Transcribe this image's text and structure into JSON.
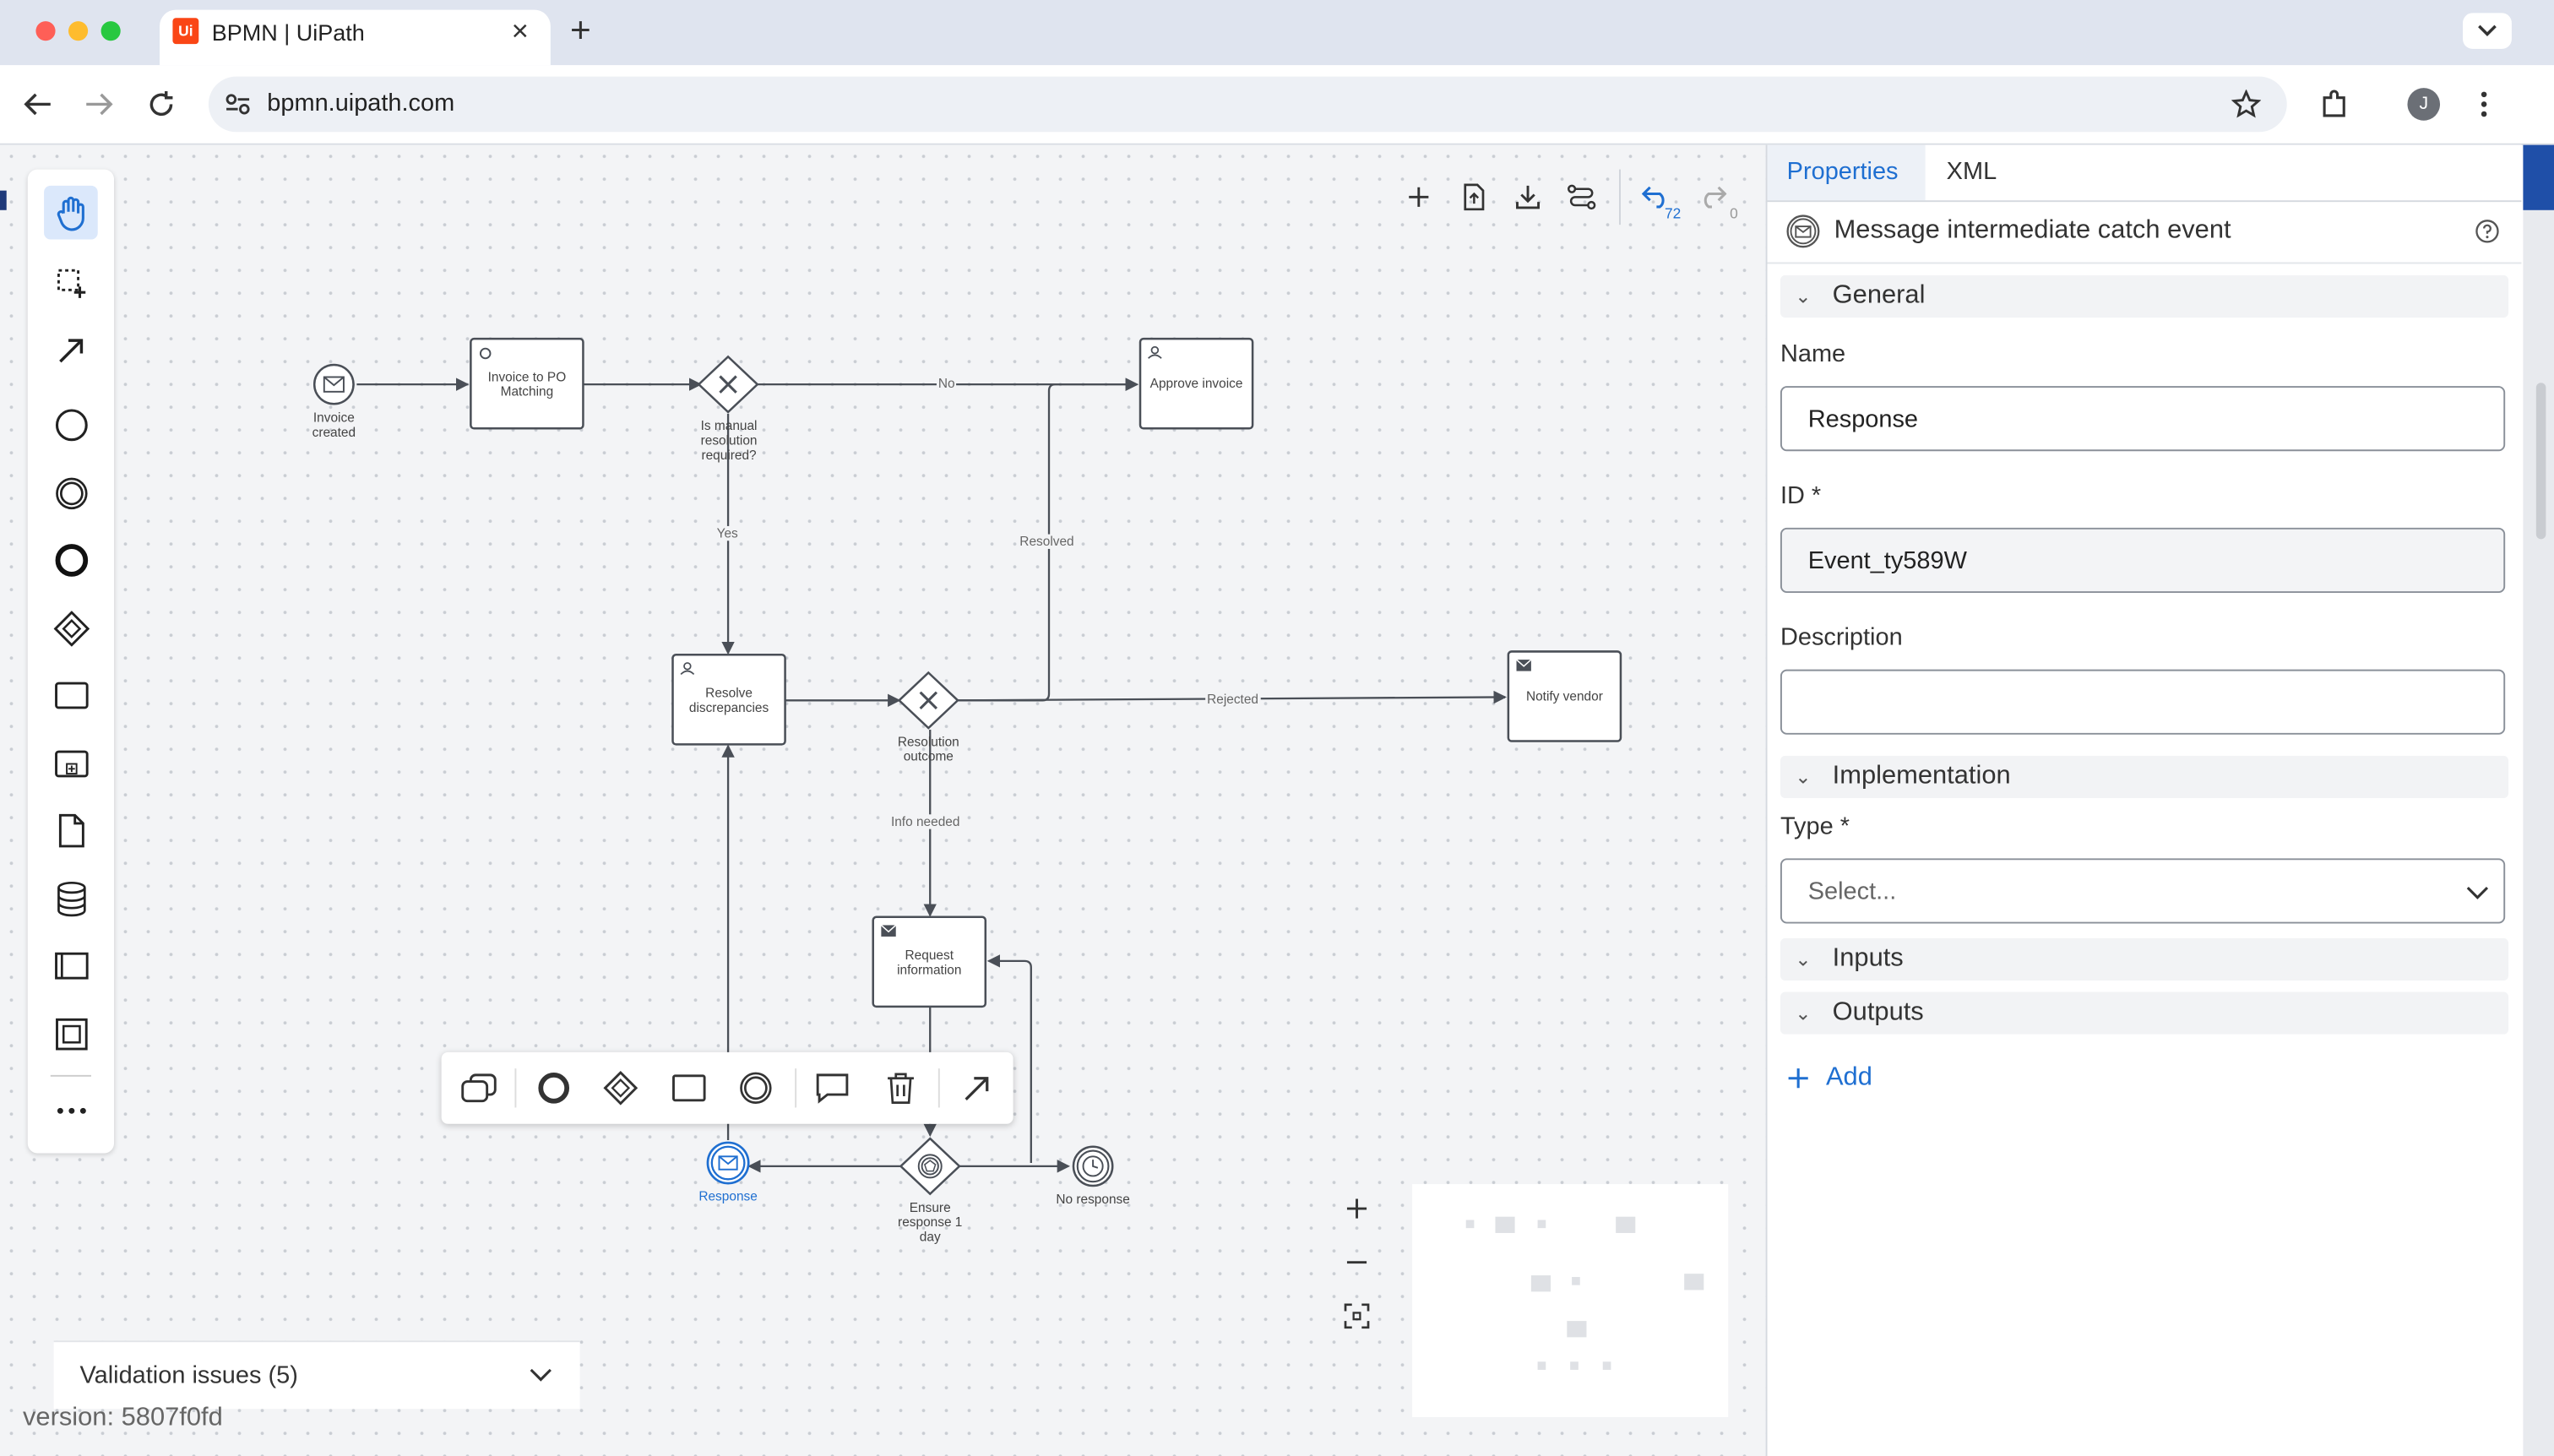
{
  "browser": {
    "tab_title": "BPMN | UiPath",
    "tab_icon_text": "Ui",
    "url": "bpmn.uipath.com",
    "profile_initial": "J"
  },
  "canvas_toolbar": {
    "undo_count": "72",
    "redo_count": "0"
  },
  "diagram": {
    "nodes": {
      "invoice_created": "Invoice created",
      "invoice_to_po": "Invoice to PO Matching",
      "manual_gateway": "Is manual resolution required?",
      "approve_invoice": "Approve invoice",
      "resolve_discrepancies": "Resolve discrepancies",
      "resolution_outcome": "Resolution outcome",
      "notify_vendor": "Notify vendor",
      "request_information": "Request information",
      "response": "Response",
      "ensure_response": "Ensure response 1 day",
      "no_response": "No response"
    },
    "edges": {
      "no": "No",
      "yes": "Yes",
      "resolved": "Resolved",
      "rejected": "Rejected",
      "info_needed": "Info needed"
    }
  },
  "validation": {
    "label": "Validation issues (5)"
  },
  "version": "version: 5807f0fd",
  "panel": {
    "tabs": [
      "Properties",
      "XML"
    ],
    "element_type": "Message intermediate catch event",
    "sections": {
      "general": "General",
      "implementation": "Implementation",
      "inputs": "Inputs",
      "outputs": "Outputs"
    },
    "fields": {
      "name_label": "Name",
      "name_value": "Response",
      "id_label": "ID *",
      "id_value": "Event_ty589W",
      "description_label": "Description",
      "description_value": "",
      "type_label": "Type *",
      "type_placeholder": "Select..."
    },
    "add_label": "Add"
  },
  "colors": {
    "accent": "#1f6fd1",
    "brand": "#fa4616"
  }
}
